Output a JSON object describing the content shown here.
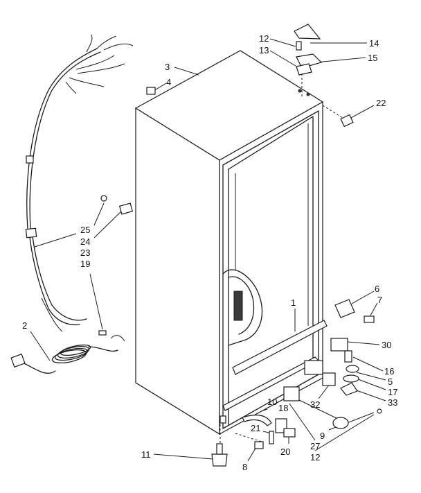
{
  "labels": [
    {
      "id": "3",
      "text": "3"
    },
    {
      "id": "4",
      "text": "4"
    },
    {
      "id": "12a",
      "text": "12"
    },
    {
      "id": "13",
      "text": "13"
    },
    {
      "id": "14",
      "text": "14"
    },
    {
      "id": "15",
      "text": "15"
    },
    {
      "id": "22",
      "text": "22"
    },
    {
      "id": "25",
      "text": "25"
    },
    {
      "id": "24",
      "text": "24"
    },
    {
      "id": "23",
      "text": "23"
    },
    {
      "id": "19",
      "text": "19"
    },
    {
      "id": "2",
      "text": "2"
    },
    {
      "id": "1",
      "text": "1"
    },
    {
      "id": "6",
      "text": "6"
    },
    {
      "id": "7",
      "text": "7"
    },
    {
      "id": "30",
      "text": "30"
    },
    {
      "id": "16",
      "text": "16"
    },
    {
      "id": "5",
      "text": "5"
    },
    {
      "id": "17",
      "text": "17"
    },
    {
      "id": "33",
      "text": "33"
    },
    {
      "id": "32",
      "text": "32"
    },
    {
      "id": "10",
      "text": "10"
    },
    {
      "id": "18",
      "text": "18"
    },
    {
      "id": "9",
      "text": "9"
    },
    {
      "id": "21",
      "text": "21"
    },
    {
      "id": "27",
      "text": "27"
    },
    {
      "id": "12b",
      "text": "12"
    },
    {
      "id": "20",
      "text": "20"
    },
    {
      "id": "11",
      "text": "11"
    },
    {
      "id": "8",
      "text": "8"
    }
  ]
}
